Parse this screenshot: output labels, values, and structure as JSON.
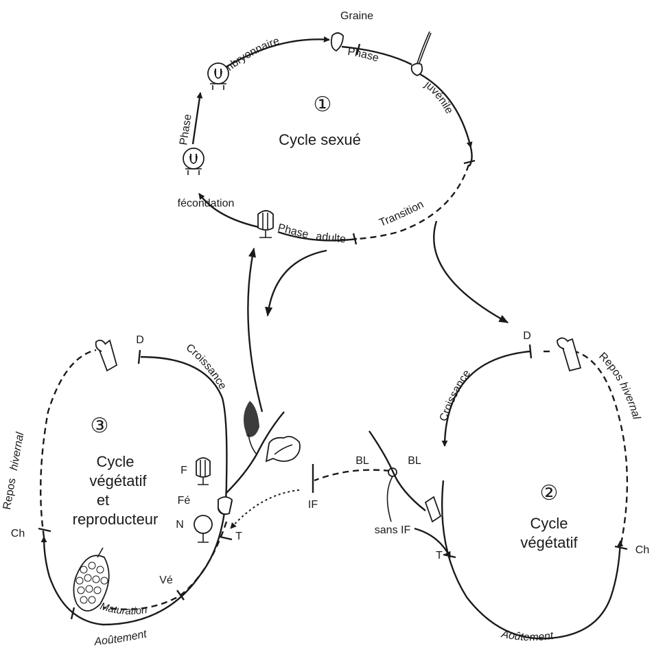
{
  "cycles": {
    "sexual": {
      "number": "①",
      "title": "Cycle sexué"
    },
    "vegetative": {
      "number": "②",
      "title_lines": [
        "Cycle",
        "végétatif"
      ]
    },
    "vegetative_reproductive": {
      "number": "③",
      "title_lines": [
        "Cycle",
        "végétatif",
        "et",
        "reproducteur"
      ]
    }
  },
  "labels": {
    "graine": "Graine",
    "phase": "Phase",
    "embryonnaire": "embryonnaire",
    "phase_juv": "Phase",
    "juvenile": "juvénile",
    "fecondation": "fécondation",
    "phase_adulte": "Phase",
    "adulte": "adulte",
    "transition": "Transition",
    "croissance": "Croissance",
    "repos": "Repos",
    "hivernal": "hivernal",
    "aoutement": "Aoûtement",
    "maturation": "Maturation",
    "sans_if": "sans IF"
  },
  "letters": {
    "d": "D",
    "ch": "Ch",
    "t": "T",
    "f": "F",
    "fe": "Fé",
    "n": "N",
    "ve": "Vé",
    "bl": "BL",
    "if": "IF"
  },
  "icons": [
    "seed-icon",
    "seedling-icon",
    "ovary-icon",
    "flower-icon",
    "bud-icon",
    "shoot-icon",
    "leaf-icon",
    "inflorescence-icon",
    "grape-cluster-icon",
    "berry-icon"
  ]
}
